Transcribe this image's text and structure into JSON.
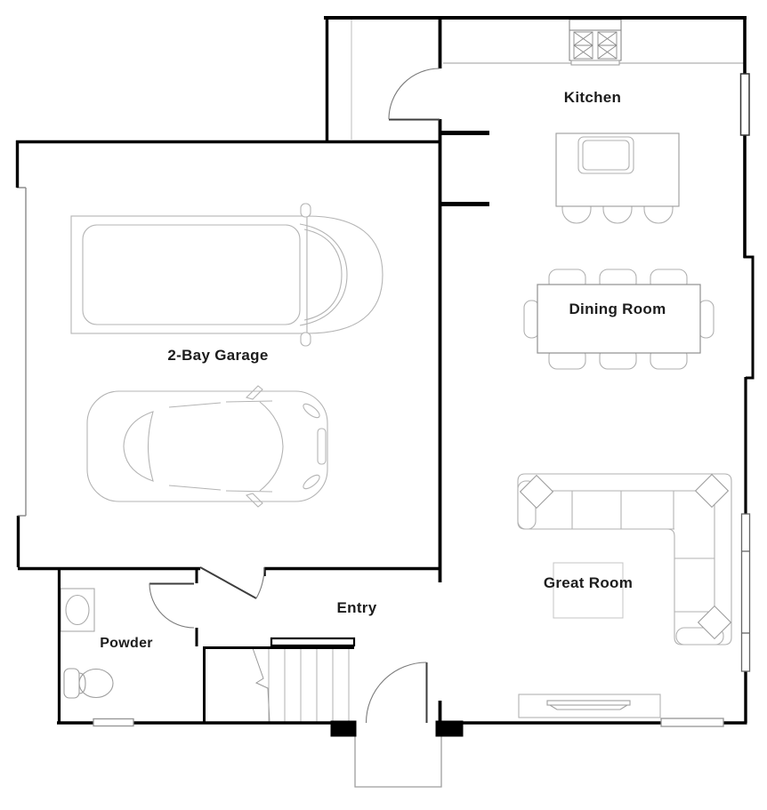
{
  "rooms": {
    "kitchen": {
      "label": "Kitchen"
    },
    "dining": {
      "label": "Dining Room"
    },
    "great": {
      "label": "Great Room"
    },
    "entry": {
      "label": "Entry"
    },
    "powder": {
      "label": "Powder"
    },
    "garage": {
      "label": "2-Bay Garage"
    }
  },
  "colors": {
    "wall": "#000000",
    "door": "#444444",
    "door_arc": "#777777",
    "window_border_dark": "#333333",
    "window_border_light": "#8f8f8f",
    "furniture": "#b0b0b0",
    "text": "#1c1c1c",
    "background": "#ffffff"
  },
  "furniture_icons": [
    "range-stove-icon",
    "kitchen-counter-icon",
    "kitchen-island-icon",
    "bar-stool-icon",
    "dining-table-icon",
    "dining-chair-icon",
    "sectional-sofa-icon",
    "throw-pillow-icon",
    "area-rug-icon",
    "media-console-icon",
    "flat-tv-icon",
    "pickup-truck-icon",
    "sedan-car-icon",
    "toilet-icon",
    "sink-vanity-icon",
    "pantry-shelf-icon",
    "staircase-icon",
    "front-porch-icon",
    "door-swing-icon",
    "window-icon"
  ]
}
